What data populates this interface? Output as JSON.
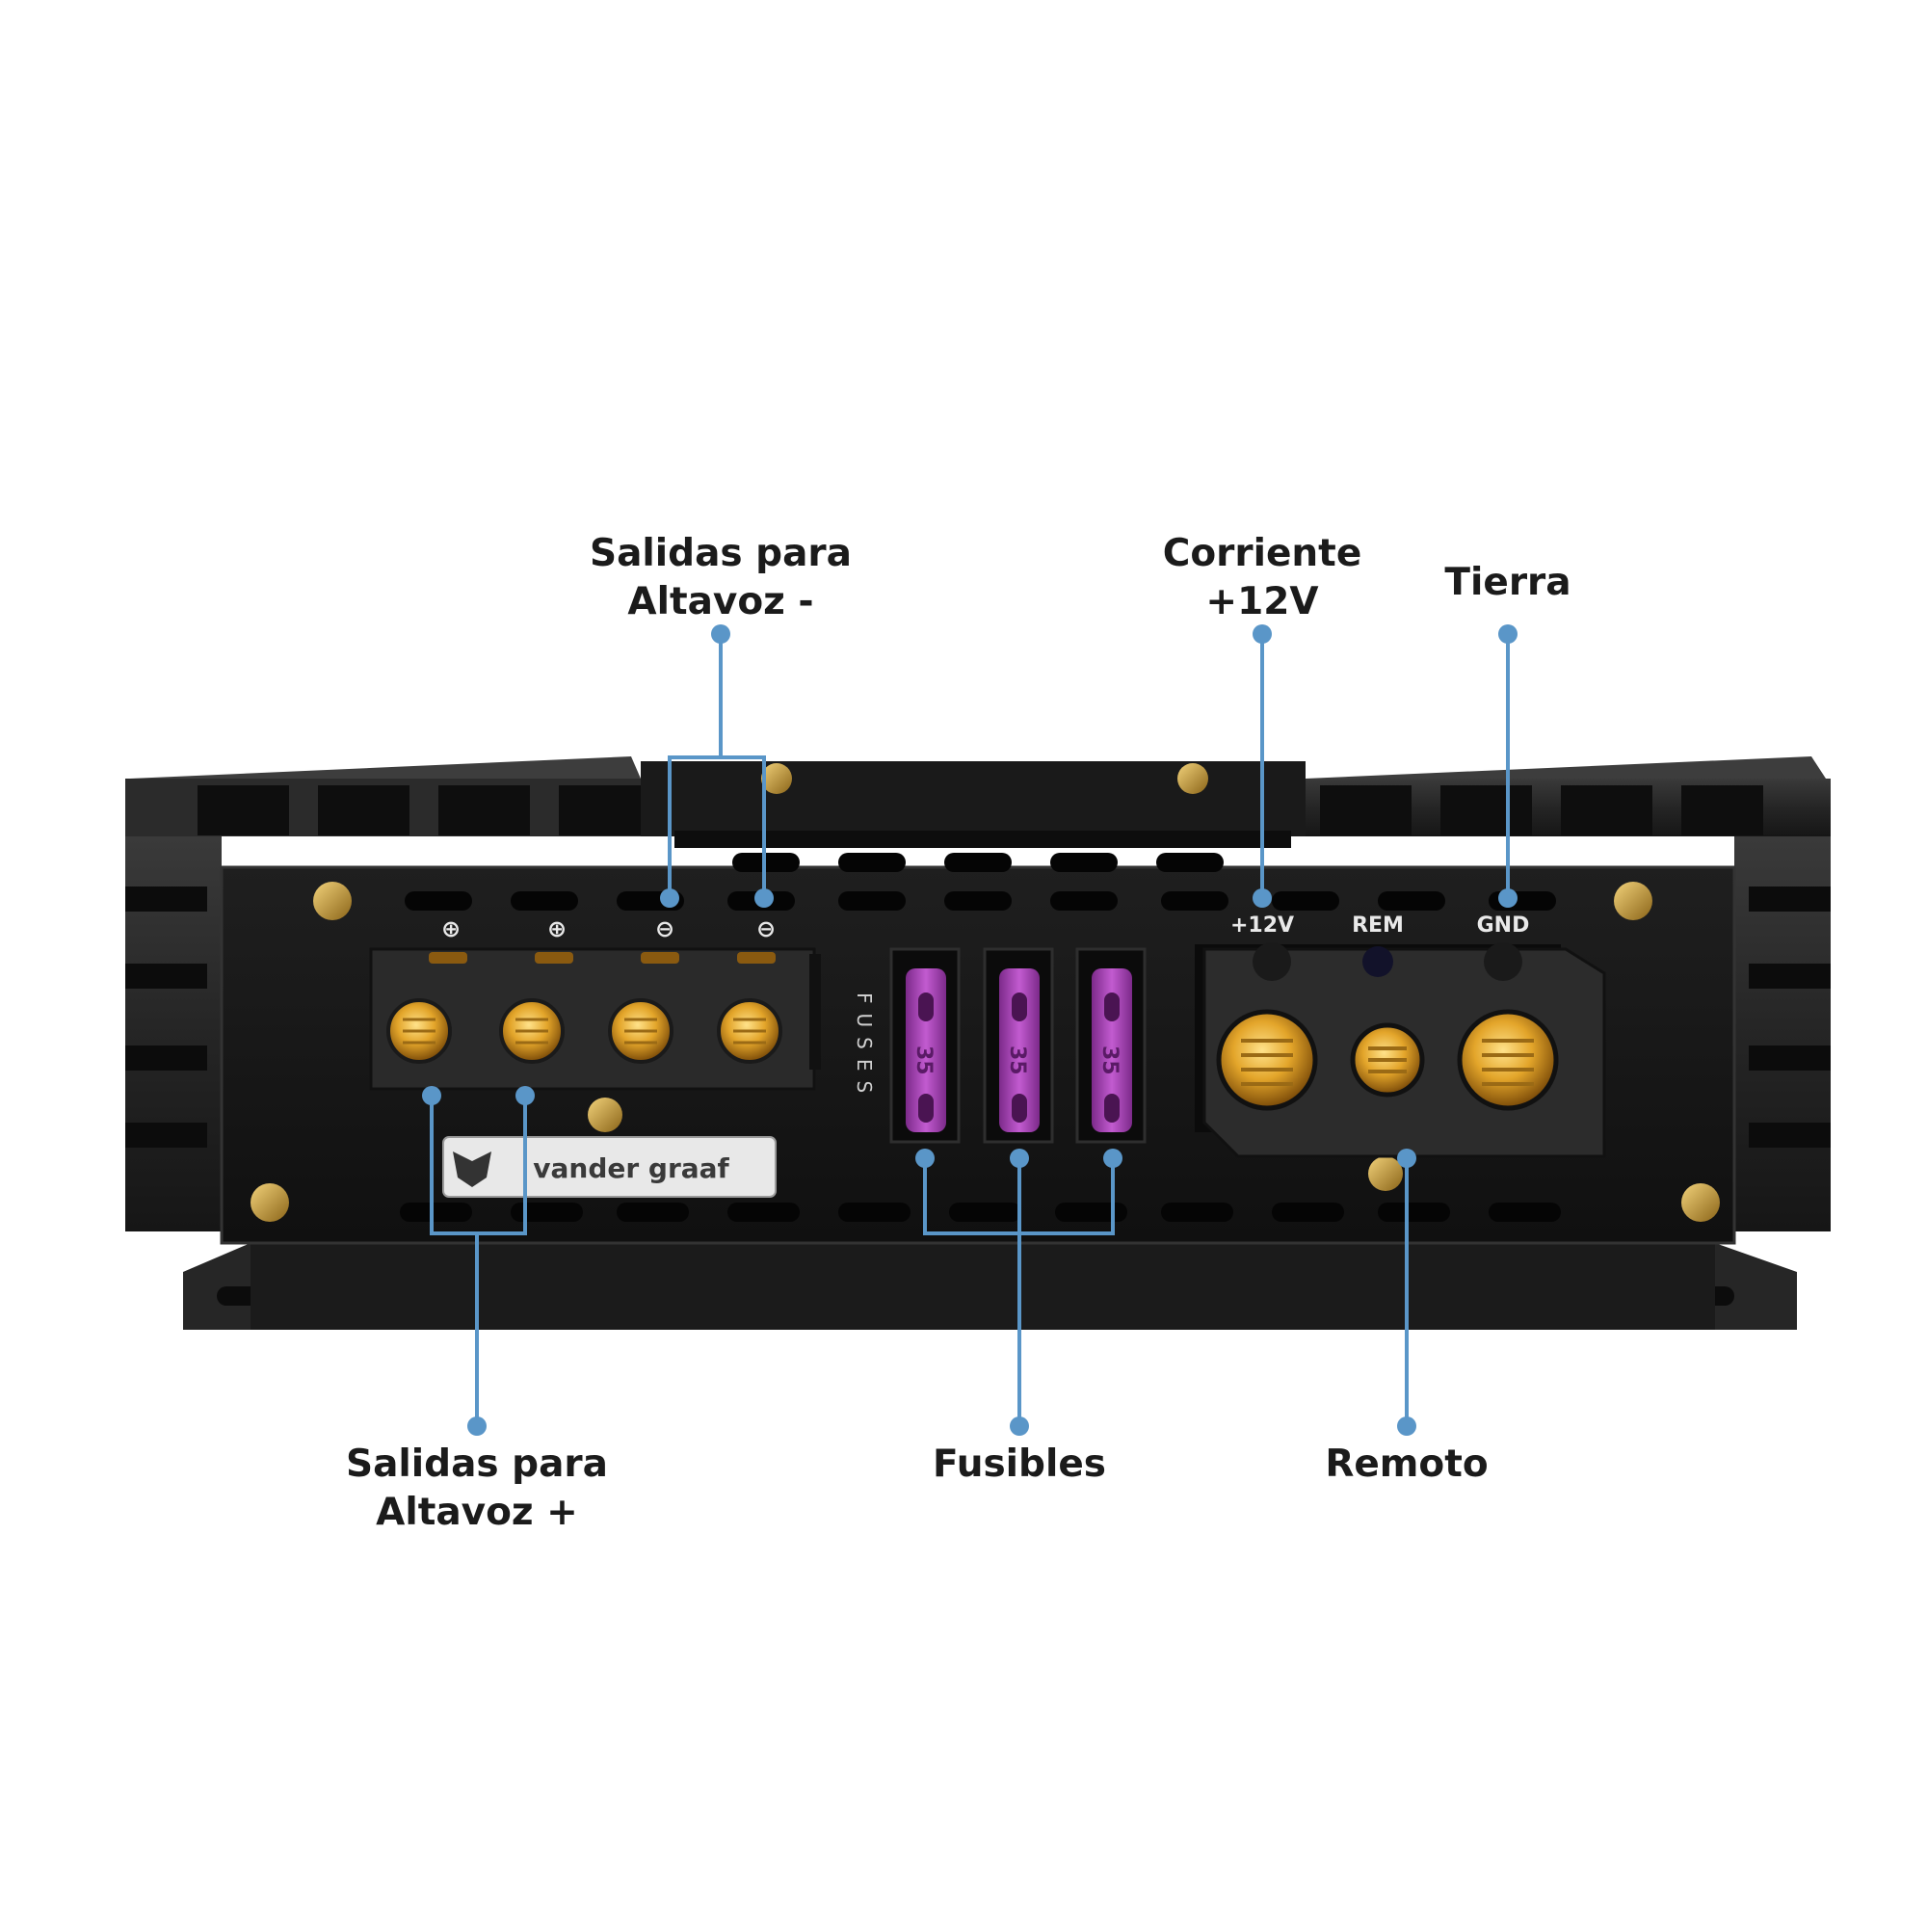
{
  "callouts": {
    "speaker_neg": {
      "line1": "Salidas para",
      "line2": "Altavoz -"
    },
    "power": {
      "line1": "Corriente",
      "line2": "+12V"
    },
    "ground": {
      "line1": "Tierra"
    },
    "speaker_pos": {
      "line1": "Salidas para",
      "line2": "Altavoz +"
    },
    "fuses": {
      "line1": "Fusibles"
    },
    "remote": {
      "line1": "Remoto"
    }
  },
  "panel": {
    "terminal_symbols": [
      "⊕",
      "⊕",
      "⊖",
      "⊖"
    ],
    "power_labels": [
      "+12V",
      "REM",
      "GND"
    ],
    "fuses_word": "FUSES",
    "fuse_ratings": [
      "35",
      "35",
      "35"
    ],
    "brand": "vander graaf"
  },
  "colors": {
    "callout_line": "#5a96c8",
    "callout_text": "#1b1b1b",
    "chassis": "#1c1c1c",
    "gold": "#e0a12a",
    "fuse": "#a23fb0"
  },
  "icons": {
    "brand_logo": "wolf-head-logo-icon"
  }
}
